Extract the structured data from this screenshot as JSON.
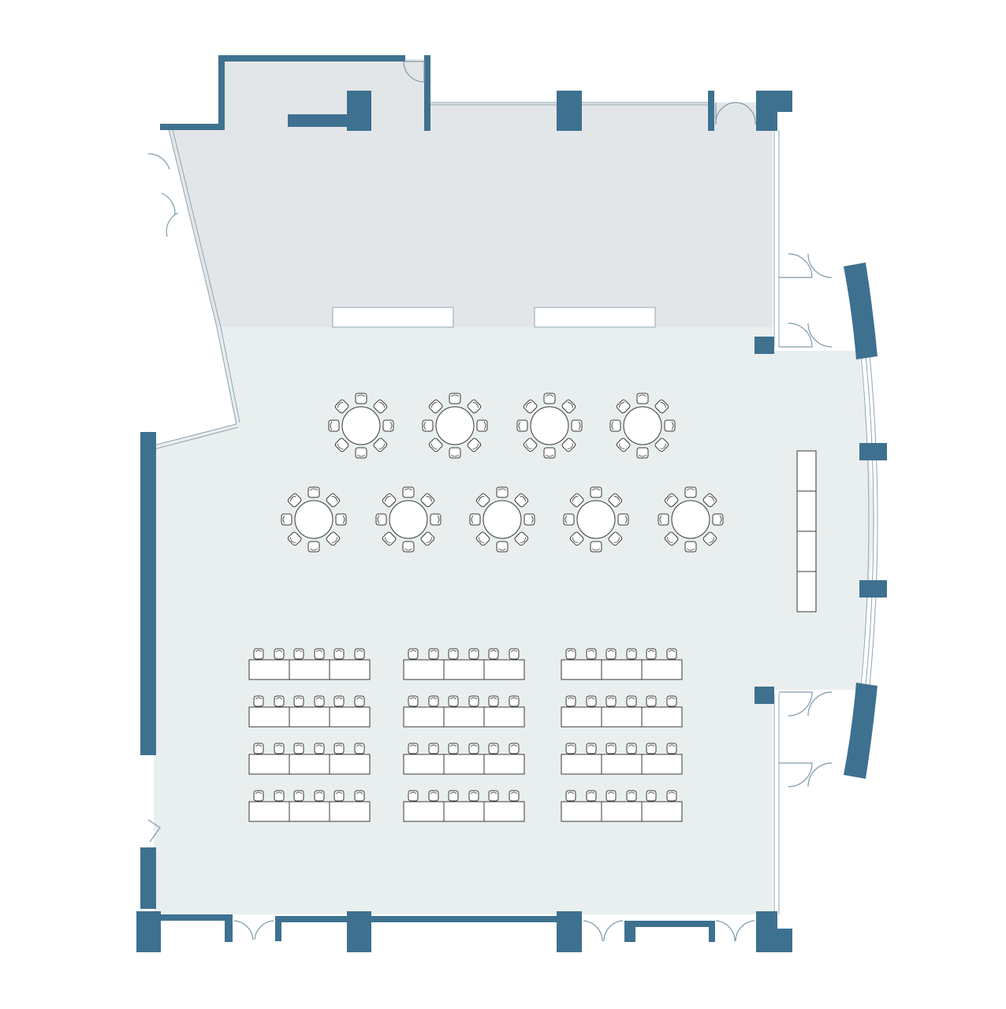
{
  "plan": {
    "colors": {
      "wall": "#3e7190",
      "upper_floor": "#e3e6e8",
      "main_floor": "#e9efef",
      "furniture_stroke": "#3a3a3a",
      "glazing": "#8fa6b3"
    },
    "layout": {
      "round_tables": 9,
      "round_table_rows": [
        4,
        5
      ],
      "chairs_per_round_table": 8,
      "classroom_rows": 4,
      "classroom_columns": 3,
      "tables_per_classroom_bank": 3,
      "chairs_per_classroom_table": 2,
      "buffet_sections": 4,
      "partition_panels": 2
    }
  }
}
